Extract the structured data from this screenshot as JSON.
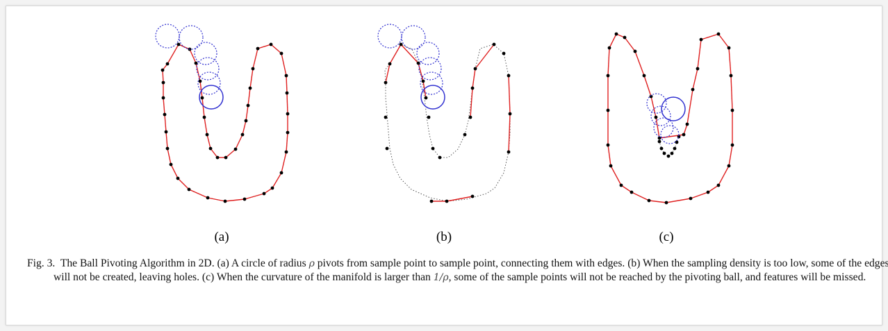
{
  "figure": {
    "panels": [
      {
        "id": "a",
        "label": "(a)"
      },
      {
        "id": "b",
        "label": "(b)"
      },
      {
        "id": "c",
        "label": "(c)"
      }
    ],
    "colors": {
      "edge": "#e02020",
      "ball": "#3030d0",
      "point": "#000000",
      "surface": "#555555"
    }
  },
  "caption": {
    "fig_number": "Fig. 3.",
    "part1": "The Ball Pivoting Algorithm in 2D. (a) A circle of radius",
    "rho": "ρ",
    "part2": "pivots from sample point to sample point, connecting them with edges. (b) When the sampling density is too low, some of the edges will not be created, leaving holes. (c) When the curvature of the manifold is larger than",
    "inv_rho": "1/ρ",
    "part3": ", some of the sample points will not be reached by the pivoting ball, and features will be missed."
  }
}
